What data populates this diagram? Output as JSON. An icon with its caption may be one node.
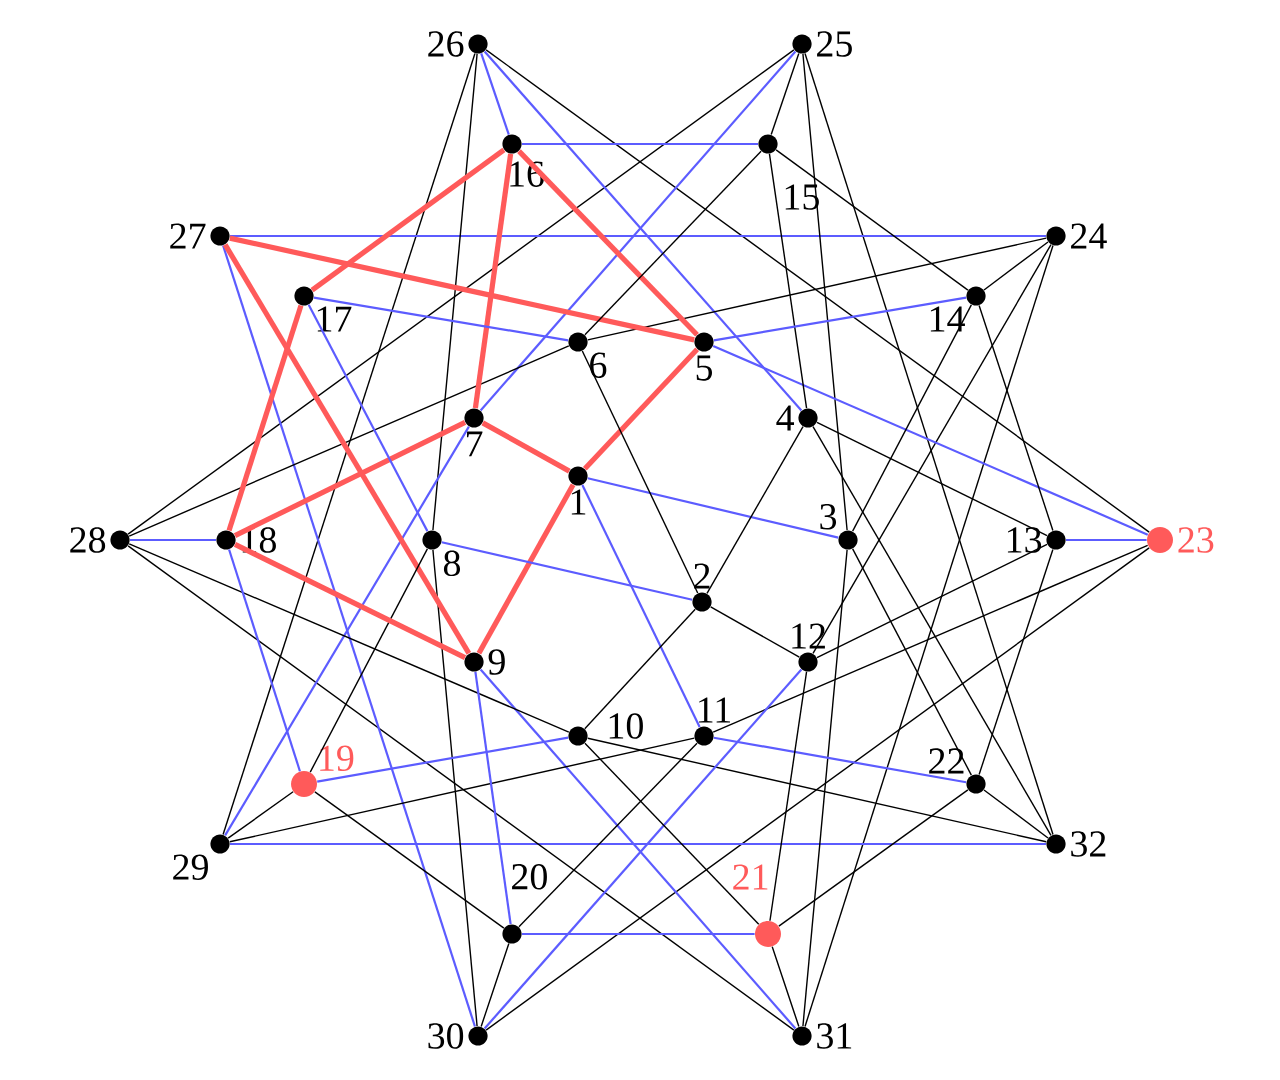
{
  "diagram": {
    "nodes": [
      {
        "text": [
          "1"
        ]
      },
      {
        "text": [
          "2"
        ]
      },
      {
        "text": [
          "3"
        ]
      },
      {
        "text": [
          "4"
        ]
      },
      {
        "text": [
          "5"
        ]
      },
      {
        "text": [
          "6"
        ]
      },
      {
        "text": [
          "7"
        ]
      },
      {
        "text": [
          "8"
        ]
      },
      {
        "text": [
          "9"
        ]
      },
      {
        "text": [
          "10"
        ]
      },
      {
        "text": [
          "11"
        ]
      },
      {
        "text": [
          "12"
        ]
      },
      {
        "text": [
          "13"
        ]
      },
      {
        "text": [
          "14"
        ]
      },
      {
        "text": [
          "15"
        ]
      },
      {
        "text": [
          "16"
        ]
      },
      {
        "text": [
          "17"
        ]
      },
      {
        "text": [
          "18"
        ]
      },
      {
        "text": [
          "19"
        ]
      },
      {
        "text": [
          "20"
        ]
      },
      {
        "text": [
          "21"
        ]
      },
      {
        "text": [
          "22"
        ]
      },
      {
        "text": [
          "23"
        ]
      },
      {
        "text": [
          "24"
        ]
      },
      {
        "text": [
          "25"
        ]
      },
      {
        "text": [
          "26"
        ]
      },
      {
        "text": [
          "27"
        ]
      },
      {
        "text": [
          "28"
        ]
      },
      {
        "text": [
          "29"
        ]
      },
      {
        "text": [
          "30"
        ]
      },
      {
        "text": [
          "31"
        ]
      },
      {
        "text": [
          "32"
        ]
      }
    ],
    "edges": [
      {
        "from": 25,
        "to": 22,
        "arrow": "none"
      },
      {
        "from": 25,
        "to": 28,
        "arrow": "none"
      },
      {
        "from": 24,
        "to": 31,
        "arrow": "none"
      },
      {
        "from": 24,
        "to": 27,
        "arrow": "none"
      },
      {
        "from": 23,
        "to": 30,
        "arrow": "none"
      },
      {
        "from": 23,
        "to": 26,
        "arrow": "none",
        "color": "#5c5cff"
      },
      {
        "from": 22,
        "to": 29,
        "arrow": "none"
      },
      {
        "from": 31,
        "to": 28,
        "arrow": "none",
        "color": "#5c5cff"
      },
      {
        "from": 30,
        "to": 27,
        "arrow": "none"
      },
      {
        "from": 29,
        "to": 26,
        "arrow": "none",
        "color": "#5c5cff"
      },
      {
        "from": 25,
        "to": 15,
        "arrow": "none",
        "color": "#5c5cff"
      },
      {
        "from": 24,
        "to": 14,
        "arrow": "none"
      },
      {
        "from": 23,
        "to": 13,
        "arrow": "none"
      },
      {
        "from": 22,
        "to": 12,
        "arrow": "none",
        "color": "#5c5cff"
      },
      {
        "from": 31,
        "to": 21,
        "arrow": "none"
      },
      {
        "from": 30,
        "to": 20,
        "arrow": "none"
      },
      {
        "from": 29,
        "to": 19,
        "arrow": "none"
      },
      {
        "from": 28,
        "to": 18,
        "arrow": "none"
      },
      {
        "from": 27,
        "to": 17,
        "arrow": "none",
        "color": "#5c5cff"
      },
      {
        "from": 25,
        "to": 3,
        "arrow": "none",
        "color": "#5c5cff"
      },
      {
        "from": 25,
        "to": 7,
        "arrow": "none"
      },
      {
        "from": 24,
        "to": 2,
        "arrow": "none"
      },
      {
        "from": 24,
        "to": 6,
        "arrow": "none",
        "color": "#5c5cff"
      },
      {
        "from": 23,
        "to": 11,
        "arrow": "none"
      },
      {
        "from": 23,
        "to": 5,
        "arrow": "none"
      },
      {
        "from": 22,
        "to": 10,
        "arrow": "none"
      },
      {
        "from": 22,
        "to": 4,
        "arrow": "none",
        "color": "#5c5cff"
      },
      {
        "from": 31,
        "to": 9,
        "arrow": "none"
      },
      {
        "from": 31,
        "to": 3,
        "arrow": "none"
      },
      {
        "from": 30,
        "to": 8,
        "arrow": "none",
        "color": "#5c5cff"
      },
      {
        "from": 30,
        "to": 2,
        "arrow": "none"
      },
      {
        "from": 29,
        "to": 7,
        "arrow": "none"
      },
      {
        "from": 29,
        "to": 11,
        "arrow": "none",
        "color": "#5c5cff"
      },
      {
        "from": 28,
        "to": 6,
        "arrow": "none",
        "color": "#5c5cff"
      },
      {
        "from": 28,
        "to": 10,
        "arrow": "none"
      },
      {
        "from": 27,
        "to": 5,
        "arrow": "none"
      },
      {
        "from": 27,
        "to": 9,
        "arrow": "none"
      },
      {
        "from": 26,
        "to": 4,
        "arrow": "none",
        "color": "#ff5a5a",
        "style": "thick"
      },
      {
        "from": 26,
        "to": 8,
        "arrow": "none",
        "color": "#ff5a5a",
        "style": "thick"
      },
      {
        "from": 15,
        "to": 14,
        "arrow": "none",
        "color": "#5c5cff"
      },
      {
        "from": 14,
        "to": 13,
        "arrow": "none"
      },
      {
        "from": 13,
        "to": 12,
        "arrow": "none"
      },
      {
        "from": 12,
        "to": 21,
        "arrow": "none"
      },
      {
        "from": 21,
        "to": 20,
        "arrow": "none"
      },
      {
        "from": 20,
        "to": 19,
        "arrow": "none",
        "color": "#5c5cff"
      },
      {
        "from": 19,
        "to": 18,
        "arrow": "none"
      },
      {
        "from": 18,
        "to": 17,
        "arrow": "none",
        "color": "#5c5cff"
      },
      {
        "from": 17,
        "to": 16,
        "arrow": "none",
        "color": "#ff5a5a",
        "style": "thick"
      },
      {
        "from": 16,
        "to": 15,
        "arrow": "none",
        "color": "#ff5a5a",
        "style": "thick"
      },
      {
        "from": 15,
        "to": 4,
        "arrow": "none",
        "color": "#ff5a5a",
        "style": "thick"
      },
      {
        "from": 15,
        "to": 6,
        "arrow": "none",
        "color": "#ff5a5a",
        "style": "thick"
      },
      {
        "from": 14,
        "to": 5,
        "arrow": "none"
      },
      {
        "from": 14,
        "to": 3,
        "arrow": "none"
      },
      {
        "from": 13,
        "to": 4,
        "arrow": "none",
        "color": "#5c5cff"
      },
      {
        "from": 13,
        "to": 2,
        "arrow": "none"
      },
      {
        "from": 12,
        "to": 3,
        "arrow": "none"
      },
      {
        "from": 12,
        "to": 11,
        "arrow": "none"
      },
      {
        "from": 21,
        "to": 2,
        "arrow": "none"
      },
      {
        "from": 21,
        "to": 10,
        "arrow": "none",
        "color": "#5c5cff"
      },
      {
        "from": 20,
        "to": 11,
        "arrow": "none"
      },
      {
        "from": 20,
        "to": 9,
        "arrow": "none"
      },
      {
        "from": 19,
        "to": 10,
        "arrow": "none"
      },
      {
        "from": 19,
        "to": 8,
        "arrow": "none",
        "color": "#5c5cff"
      },
      {
        "from": 18,
        "to": 9,
        "arrow": "none",
        "color": "#5c5cff"
      },
      {
        "from": 18,
        "to": 7,
        "arrow": "none"
      },
      {
        "from": 17,
        "to": 8,
        "arrow": "none",
        "color": "#ff5a5a",
        "style": "thick"
      },
      {
        "from": 17,
        "to": 6,
        "arrow": "none",
        "color": "#ff5a5a",
        "style": "thick"
      },
      {
        "from": 16,
        "to": 7,
        "arrow": "none",
        "color": "#5c5cff"
      },
      {
        "from": 16,
        "to": 5,
        "arrow": "none",
        "color": "#5c5cff"
      },
      {
        "from": 0,
        "to": 4,
        "arrow": "none",
        "color": "#ff5a5a",
        "style": "thick"
      },
      {
        "from": 0,
        "to": 6,
        "arrow": "none",
        "color": "#ff5a5a",
        "style": "thick"
      },
      {
        "from": 0,
        "to": 8,
        "arrow": "none",
        "color": "#ff5a5a",
        "style": "thick"
      },
      {
        "from": 0,
        "to": 2,
        "arrow": "none",
        "color": "#5c5cff"
      },
      {
        "from": 0,
        "to": 10,
        "arrow": "none",
        "color": "#5c5cff"
      },
      {
        "from": 1,
        "to": 5,
        "arrow": "none"
      },
      {
        "from": 1,
        "to": 3,
        "arrow": "none"
      },
      {
        "from": 1,
        "to": 11,
        "arrow": "none"
      },
      {
        "from": 1,
        "to": 9,
        "arrow": "none"
      },
      {
        "from": 1,
        "to": 7,
        "arrow": "none",
        "color": "#5c5cff"
      }
    ]
  }
}
